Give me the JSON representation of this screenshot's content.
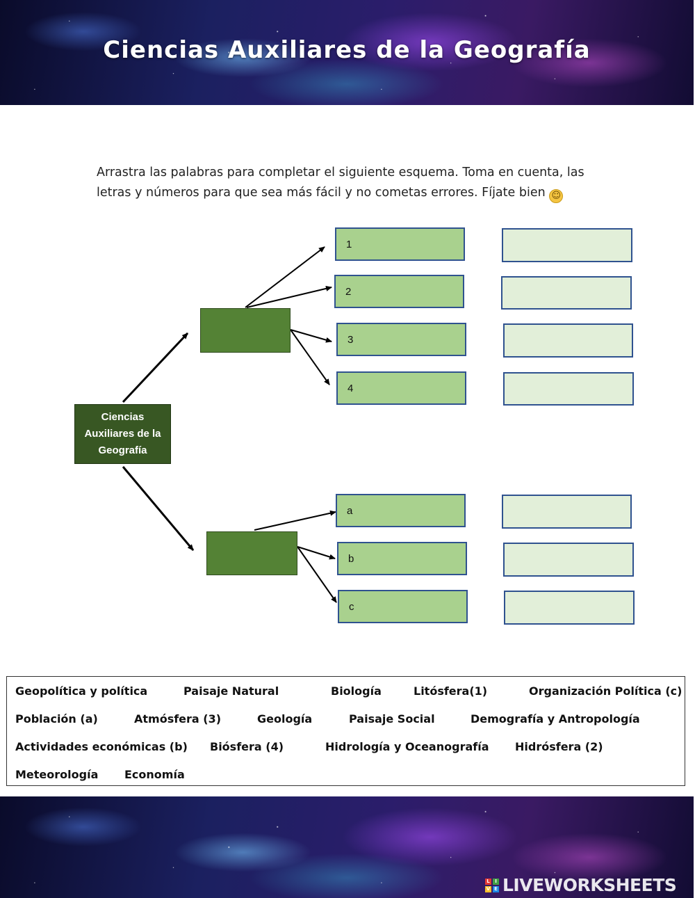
{
  "header": {
    "title": "Ciencias Auxiliares de la Geografía"
  },
  "instructions": {
    "line1": "Arrastra las palabras para completar el siguiente esquema. Toma en cuenta, las",
    "line2": "letras y números para que sea más fácil y no cometas errores. Fíjate bien",
    "emoji": "☺"
  },
  "diagram": {
    "root_label": "Ciencias Auxiliares de la Geografía",
    "numbered_slots": [
      "1",
      "2",
      "3",
      "4"
    ],
    "lettered_slots": [
      "a",
      "b",
      "c"
    ]
  },
  "word_bank": [
    "Geopolítica y política",
    "Paisaje Natural",
    "Biología",
    "Litósfera(1)",
    "Organización Política (c)",
    "Población (a)",
    "Atmósfera (3)",
    "Geología",
    "Paisaje Social",
    "Demografía y Antropología",
    "Actividades económicas (b)",
    "Biósfera (4)",
    "Hidrología y Oceanografía",
    "Hidrósfera (2)",
    "Meteorología",
    "Economía"
  ],
  "footer": {
    "brand": "LIVEWORKSHEETS",
    "logo_letters": [
      "L",
      "I",
      "V",
      "E"
    ]
  },
  "colors": {
    "dark_green": "#548235",
    "root_green": "#385723",
    "light_green": "#a9d18e",
    "pale_green": "#e2efd9",
    "border_blue": "#2f528f"
  }
}
